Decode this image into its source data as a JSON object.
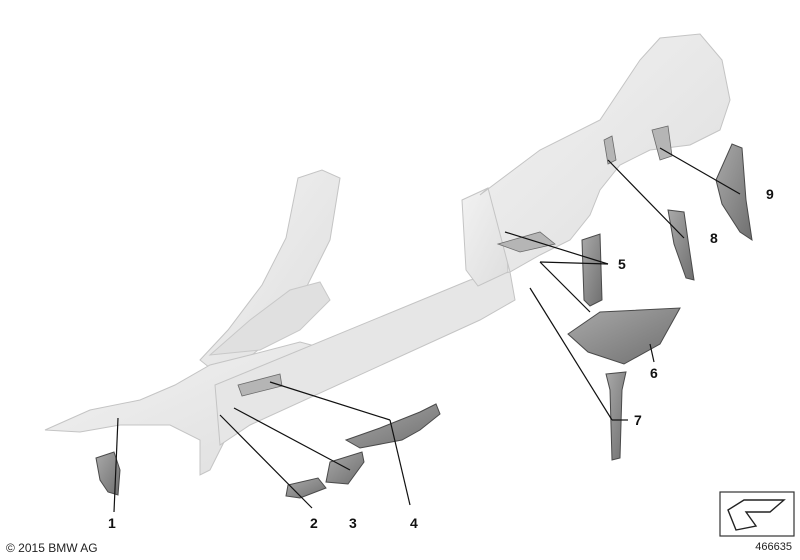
{
  "diagram": {
    "callouts": [
      {
        "id": "1",
        "label": "1"
      },
      {
        "id": "2",
        "label": "2"
      },
      {
        "id": "3",
        "label": "3"
      },
      {
        "id": "4",
        "label": "4"
      },
      {
        "id": "5",
        "label": "5"
      },
      {
        "id": "6",
        "label": "6"
      },
      {
        "id": "7",
        "label": "7"
      },
      {
        "id": "8",
        "label": "8"
      },
      {
        "id": "9",
        "label": "9"
      }
    ],
    "copyright": "© 2015 BMW AG",
    "diagram_number": "466635"
  },
  "colors": {
    "body_fill": "#ececec",
    "body_stroke": "#c4c4c4",
    "part_fill": "#8a8a8a",
    "part_stroke": "#4a4a4a",
    "leader_line": "#111111"
  }
}
